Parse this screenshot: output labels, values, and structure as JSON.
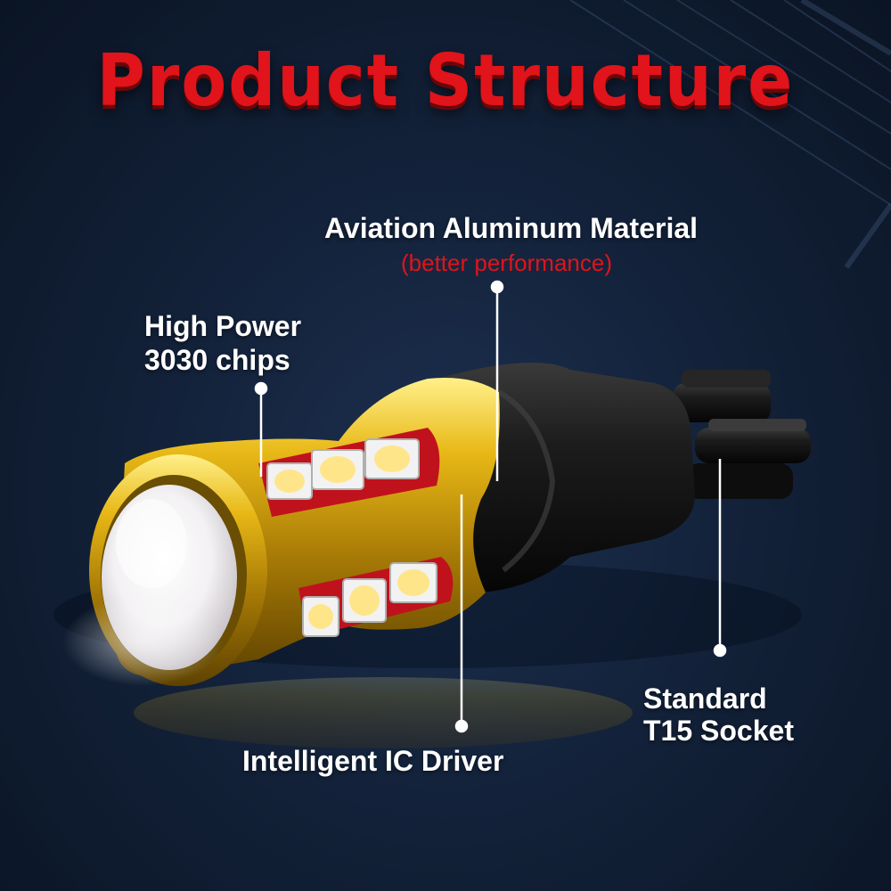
{
  "title": "Product Structure",
  "callouts": {
    "aluminum": {
      "label": "Aviation Aluminum Material",
      "note": "(better performance)"
    },
    "chips": {
      "line1": "High Power",
      "line2": "3030 chips"
    },
    "driver": {
      "label": "Intelligent IC Driver"
    },
    "socket": {
      "line1": "Standard",
      "line2": "T15 Socket"
    }
  },
  "colors": {
    "title": "#e0141a",
    "body_gold": "#e4b214",
    "socket_black": "#1a1a1a",
    "background": "#13223a"
  }
}
